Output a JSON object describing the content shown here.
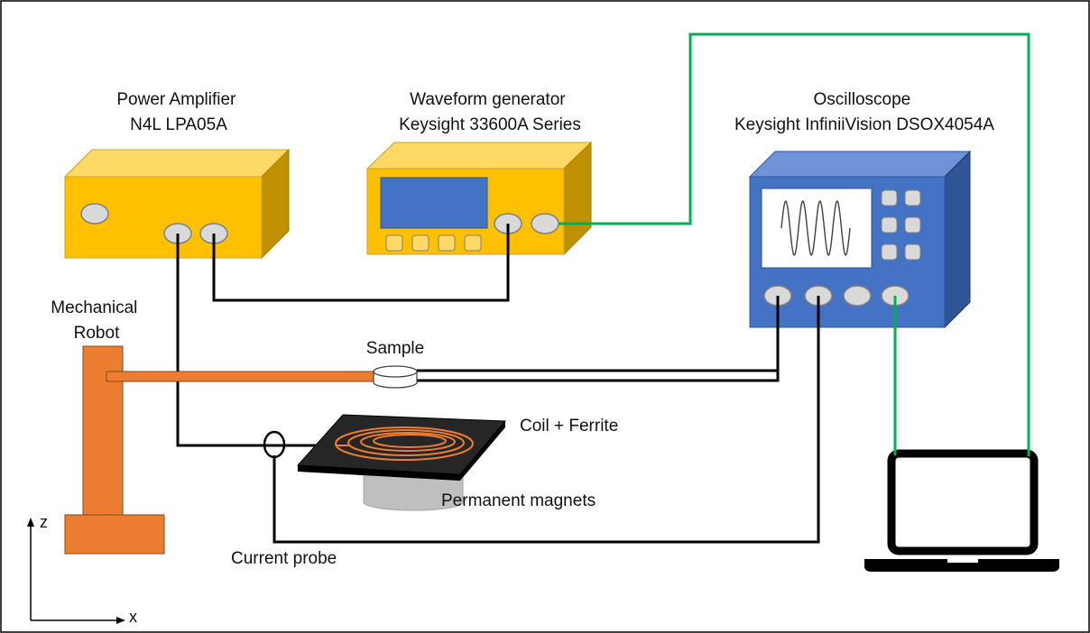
{
  "labels": {
    "power_amplifier": [
      "Power Amplifier",
      "N4L LPA05A"
    ],
    "waveform_generator": [
      "Waveform generator",
      "Keysight 33600A Series"
    ],
    "oscilloscope": [
      "Oscilloscope",
      "Keysight InfiniiVision DSOX4054A"
    ],
    "mechanical_robot": [
      "Mechanical",
      "Robot"
    ],
    "sample": "Sample",
    "coil": "Coil + Ferrite",
    "magnets": "Permanent magnets",
    "current_probe": "Current probe",
    "axis_z": "z",
    "axis_x": "x"
  },
  "colors": {
    "amplifier_face": "#ffc000",
    "amplifier_top": "#ffd966",
    "amplifier_side": "#bf9000",
    "oscilloscope_face": "#4472c4",
    "oscilloscope_top": "#6f93d6",
    "oscilloscope_side": "#2f5597",
    "robot": "#ed7d31",
    "signal_cable": "#000000",
    "data_cable": "#00b050",
    "generator_screen": "#4472c4",
    "magnet": "#bfbfbf",
    "coil_plate": "#262626",
    "coil_winding": "#ed7d31"
  }
}
